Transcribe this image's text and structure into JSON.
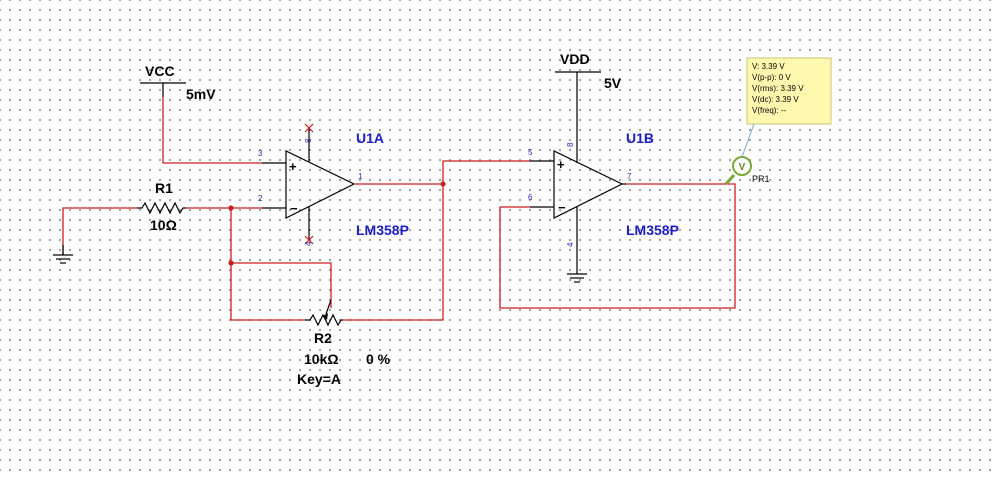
{
  "sources": {
    "vcc": {
      "name": "VCC",
      "value": "5mV"
    },
    "vdd": {
      "name": "VDD",
      "value": "5V"
    }
  },
  "resistors": {
    "r1": {
      "ref": "R1",
      "value": "10Ω"
    },
    "r2": {
      "ref": "R2",
      "value": "10kΩ",
      "setting": "0 %",
      "key": "Key=A"
    }
  },
  "opamps": {
    "u1a": {
      "ref": "U1A",
      "part": "LM358P",
      "pins": {
        "plus": "3",
        "minus": "2",
        "out": "1",
        "vpos": "8",
        "vneg": "4"
      }
    },
    "u1b": {
      "ref": "U1B",
      "part": "LM358P",
      "pins": {
        "plus": "5",
        "minus": "6",
        "out": "7",
        "vpos": "8",
        "vneg": "4"
      }
    }
  },
  "probe": {
    "ref": "PR1",
    "symbol": "V",
    "readings": [
      "V: 3.39 V",
      "V(p-p): 0 V",
      "V(rms): 3.39 V",
      "V(dc): 3.39 V",
      "V(freq): --"
    ]
  },
  "colors": {
    "wire": "#cc1f1f",
    "label": "#1c1cc8",
    "probe": "#7aa83a",
    "tooltip_bg": "#fff9b0"
  }
}
